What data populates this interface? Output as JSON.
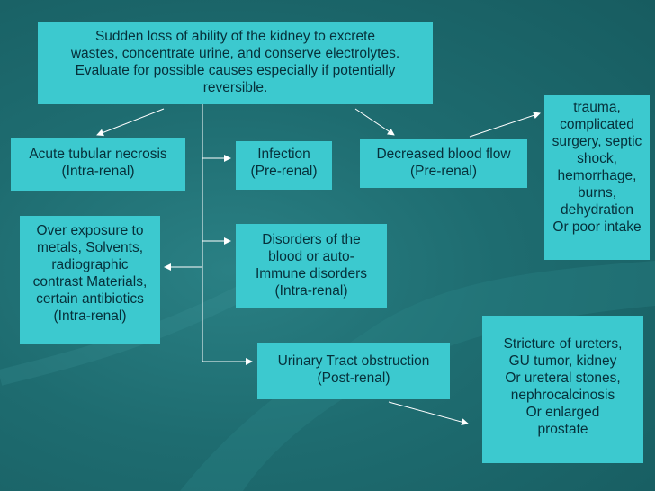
{
  "colors": {
    "background": "#1f6f73",
    "box_fill": "#3cc9cf",
    "text": "#06303a",
    "connector": "#ffffff"
  },
  "boxes": {
    "main": "Sudden loss of ability of the kidney to excrete\nwastes, concentrate urine, and conserve electrolytes.\nEvaluate for possible causes especially if potentially\nreversible.",
    "acute_tubular_necrosis": "Acute tubular necrosis\n(Intra-renal)",
    "infection": "Infection\n(Pre-renal)",
    "decreased_blood_flow": "Decreased blood flow\n(Pre-renal)",
    "trauma": "trauma,\ncomplicated\nsurgery, septic\nshock,\nhemorrhage,\nburns,\ndehydration\nOr poor intake",
    "over_exposure": "Over exposure to\nmetals, Solvents,\nradiographic\ncontrast Materials,\ncertain antibiotics\n(Intra-renal)",
    "disorders": "Disorders of the\nblood or auto-\nImmune disorders\n(Intra-renal)",
    "urinary_tract_obstruction": "Urinary Tract obstruction\n(Post-renal)",
    "stricture": "Stricture of ureters,\nGU tumor, kidney\nOr ureteral stones,\nnephrocalcinosis\nOr enlarged\nprostate"
  }
}
